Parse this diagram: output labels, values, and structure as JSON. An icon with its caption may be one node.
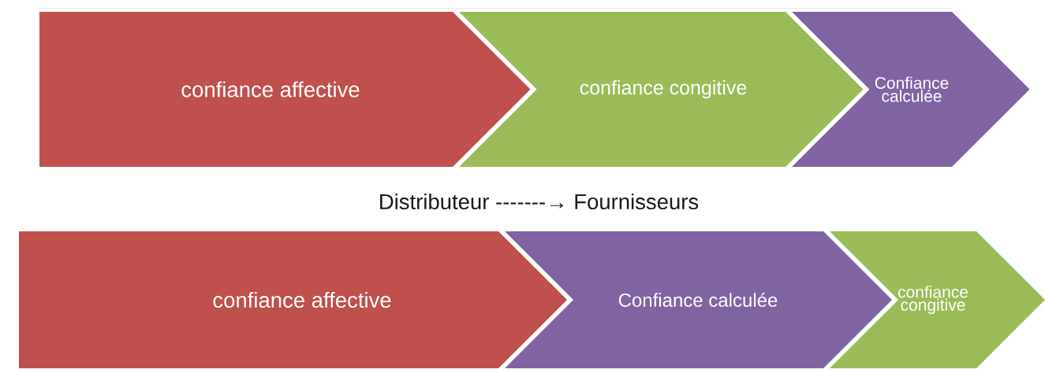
{
  "diagram": {
    "nodes": [
      {
        "text": [
          "confiance affective"
        ]
      },
      {
        "text": [
          "confiance congitive"
        ]
      },
      {
        "text": [
          "Confiance calculée"
        ]
      },
      {
        "text": [
          "confiance affective"
        ]
      },
      {
        "text": [
          "Confiance calculée"
        ]
      },
      {
        "text": [
          "confiance congitive"
        ]
      }
    ],
    "labels": [
      "Distributeur -------→ Fournisseurs"
    ]
  }
}
